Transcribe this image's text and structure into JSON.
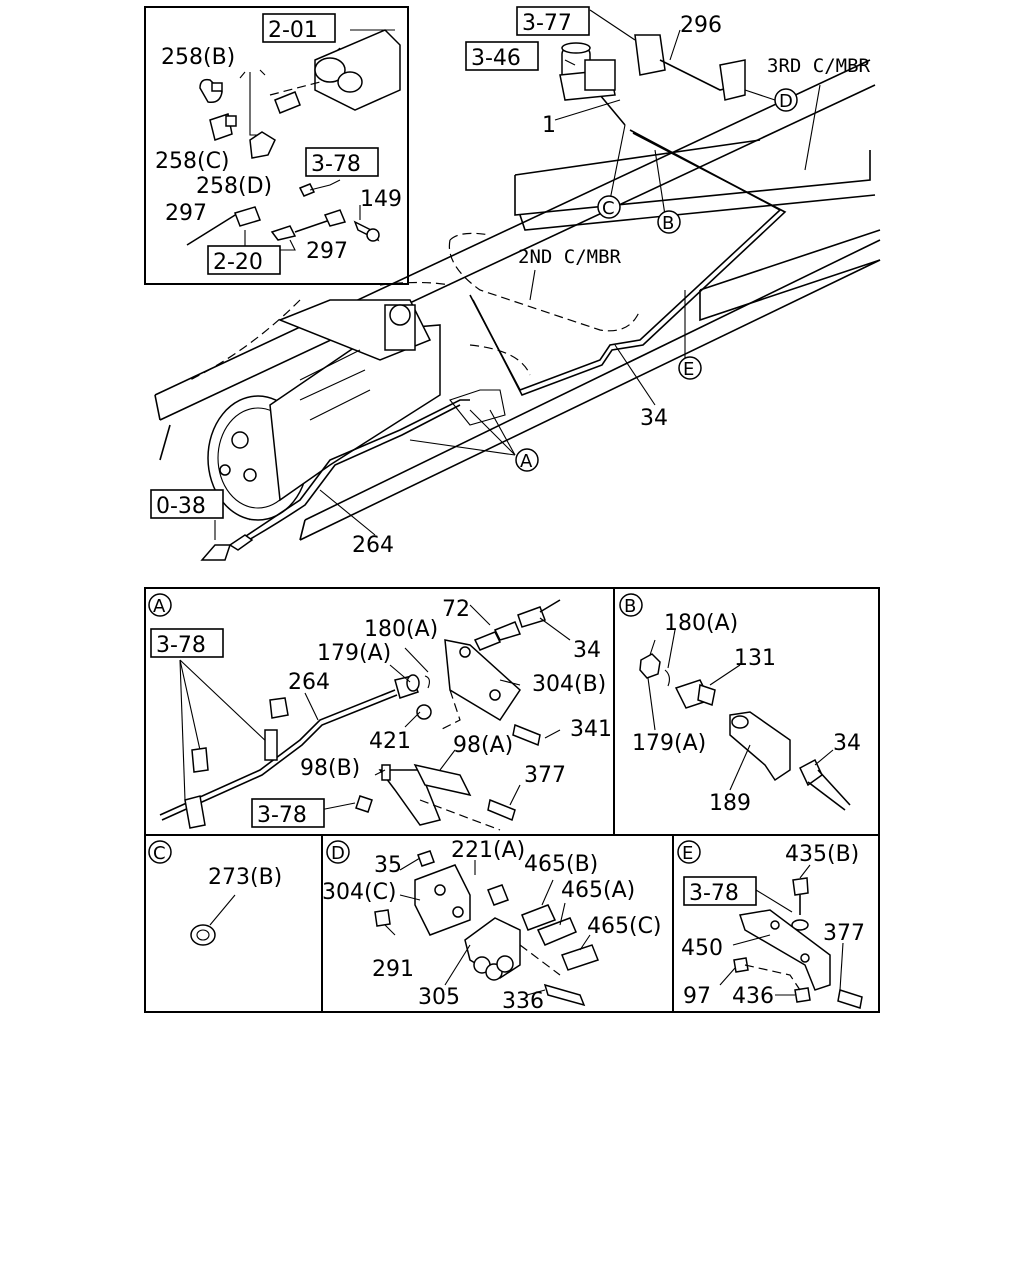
{
  "refs": {
    "r1": "2-01",
    "r2": "3-78",
    "r3": "2-20",
    "r4": "3-77",
    "r5": "3-46",
    "r6": "0-38",
    "r7": "3-78",
    "r8": "3-78",
    "r9": "3-78"
  },
  "labels": {
    "p258b": "258(B)",
    "p258c": "258(C)",
    "p258d": "258(D)",
    "p297a": "297",
    "p297b": "297",
    "p149": "149",
    "p296": "296",
    "p1": "1",
    "p34": "34",
    "p264": "264",
    "m3rd": "3RD C/MBR",
    "m2nd": "2ND C/MBR",
    "cA": "A",
    "cB": "B",
    "cC": "C",
    "cD": "D",
    "cE": "E",
    "a72": "72",
    "a34": "34",
    "a180": "180(A)",
    "a179": "179(A)",
    "a264": "264",
    "a304b": "304(B)",
    "a421": "421",
    "a341": "341",
    "a98a": "98(A)",
    "a98b": "98(B)",
    "a377": "377",
    "b180": "180(A)",
    "b131": "131",
    "b179": "179(A)",
    "b34": "34",
    "b189": "189",
    "c273": "273(B)",
    "d35": "35",
    "d221": "221(A)",
    "d465b": "465(B)",
    "d304c": "304(C)",
    "d465a": "465(A)",
    "d465c": "465(C)",
    "d291": "291",
    "d305": "305",
    "d336": "336",
    "e435": "435(B)",
    "e377": "377",
    "e450": "450",
    "e97": "97",
    "e436": "436"
  }
}
